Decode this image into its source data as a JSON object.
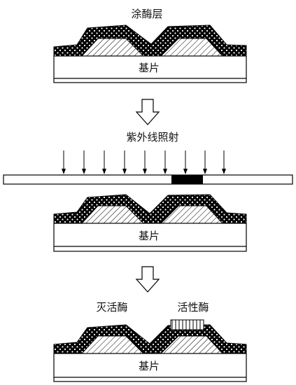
{
  "labels": {
    "coating_layer": "涂酶层",
    "substrate_1": "基片",
    "uv_irradiation": "紫外线照射",
    "substrate_2": "基片",
    "inactive_enzyme": "灭活酶",
    "active_enzyme": "活性酶",
    "substrate_3": "基片"
  },
  "colors": {
    "outline": "#000000",
    "coating": "#000000",
    "dots": "#ffffff",
    "background": "#ffffff"
  },
  "icons": {
    "process_arrow": "hollow-down-arrow",
    "uv_arrow": "thin-down-arrow"
  },
  "uv_arrow_count": 9
}
